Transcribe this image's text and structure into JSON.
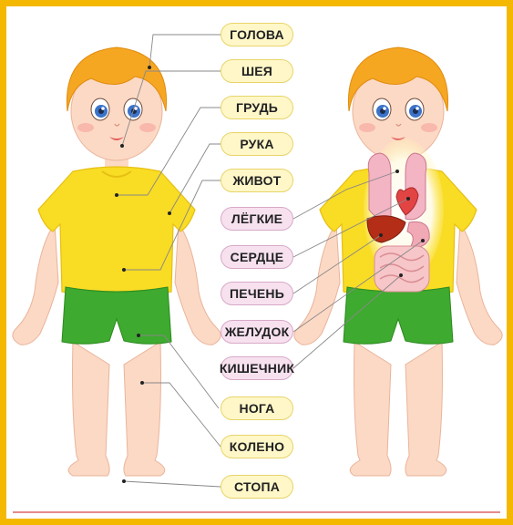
{
  "labels": {
    "external": [
      "ГОЛОВА",
      "ШЕЯ",
      "ГРУДЬ",
      "РУКА",
      "ЖИВОТ"
    ],
    "internal": [
      "ЛЁГКИЕ",
      "СЕРДЦЕ",
      "ПЕЧЕНЬ",
      "ЖЕЛУДОК",
      "КИШЕЧНИК"
    ],
    "legs": [
      "НОГА",
      "КОЛЕНО",
      "СТОПА"
    ]
  },
  "colors": {
    "frame": "#f5b800",
    "external_label_bg": "#fff7c8",
    "internal_label_bg": "#f7e1ef",
    "hair": "#f6a722",
    "shirt": "#f9dc24",
    "shorts": "#3eaa2f",
    "skin": "#fcd9c5"
  }
}
